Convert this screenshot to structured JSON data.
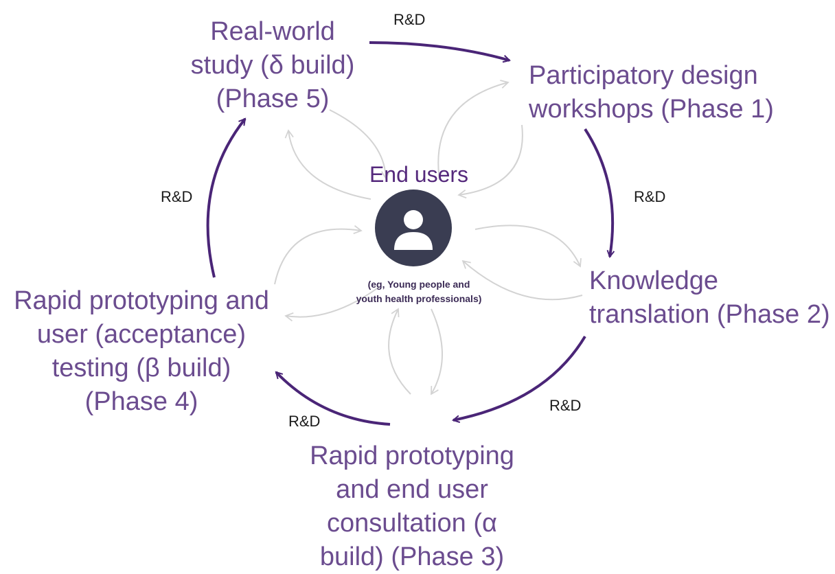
{
  "center": {
    "title": "End users",
    "subtitle": "(eg, Young people and\nyouth health professionals)",
    "icon": "user-icon"
  },
  "phases": [
    {
      "id": "phase-1",
      "label": "Participatory design\nworkshops (Phase 1)"
    },
    {
      "id": "phase-2",
      "label": "Knowledge\ntranslation (Phase 2)"
    },
    {
      "id": "phase-3",
      "label": "Rapid prototyping\nand end user\nconsultation (α\nbuild) (Phase 3)"
    },
    {
      "id": "phase-4",
      "label": "Rapid prototyping and\nuser (acceptance)\ntesting (β build)\n(Phase 4)"
    },
    {
      "id": "phase-5",
      "label": "Real-world\nstudy (δ build)\n(Phase 5)"
    }
  ],
  "rd_labels": [
    "R&D",
    "R&D",
    "R&D",
    "R&D",
    "R&D"
  ],
  "colors": {
    "cycle_arrow": "#4a2577",
    "phase_text": "#6b4c8f",
    "center_title": "#55297c",
    "avatar_bg": "#3a3d52",
    "inner_arrows": "#d3d3d3"
  }
}
